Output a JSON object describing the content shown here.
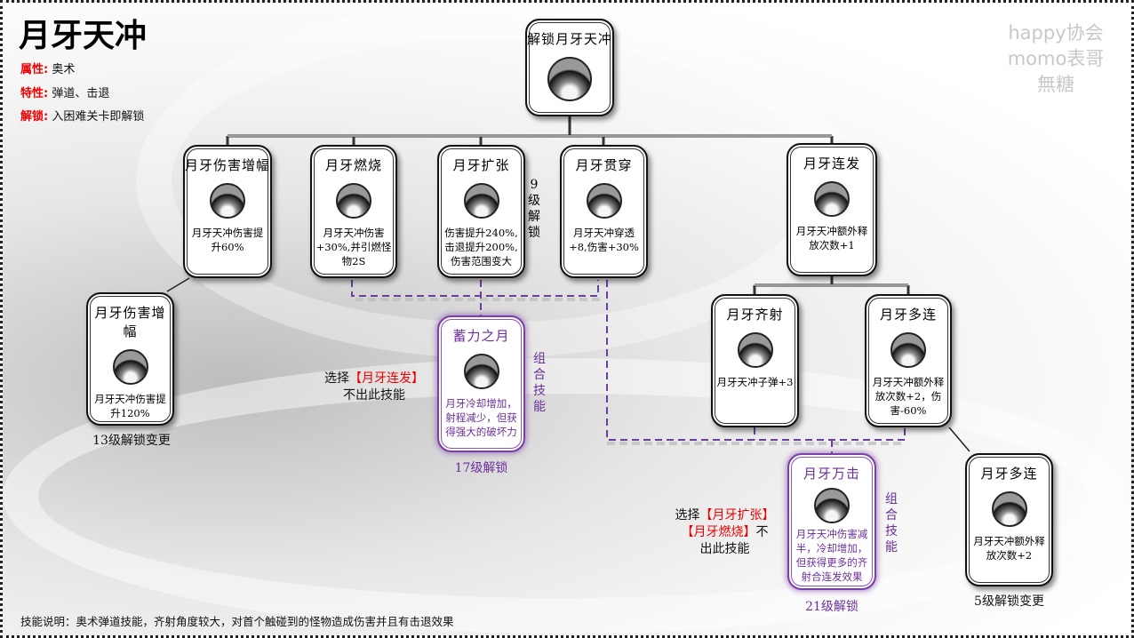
{
  "title": "月牙天冲",
  "attributes": [
    {
      "label": "属性:",
      "value": "奥术"
    },
    {
      "label": "特性:",
      "value": "弹道、击退"
    },
    {
      "label": "解锁:",
      "value": "入困难关卡即解锁"
    }
  ],
  "watermark": [
    "happy协会",
    "momo表哥",
    "無糖"
  ],
  "cards": {
    "root": {
      "title": "解锁月牙天冲",
      "desc": ""
    },
    "dmg1": {
      "title": "月牙伤害增幅",
      "desc": "月牙天冲伤害提升60%"
    },
    "burn": {
      "title": "月牙燃烧",
      "desc": "月牙天冲伤害+30%,并引燃怪物2S"
    },
    "expand": {
      "title": "月牙扩张",
      "desc": "伤害提升240%,击退提升200%,伤害范围变大"
    },
    "pierce": {
      "title": "月牙贯穿",
      "desc": "月牙天冲穿透+8,伤害+30%"
    },
    "multi": {
      "title": "月牙连发",
      "desc": "月牙天冲额外释放次数+1"
    },
    "dmg2": {
      "title": "月牙伤害增幅",
      "desc": "月牙天冲伤害提升120%"
    },
    "charge": {
      "title": "蓄力之月",
      "desc": "月牙冷却增加，射程减少，但获得强大的破坏力"
    },
    "scatter": {
      "title": "月牙齐射",
      "desc": "月牙天冲子弹+3"
    },
    "multi2": {
      "title": "月牙多连",
      "desc": "月牙天冲额外释放次数+2，伤害-60%"
    },
    "wanji": {
      "title": "月牙万击",
      "desc": "月牙天冲伤害减半，冷却增加，但获得更多的齐射合连发效果"
    },
    "multi3": {
      "title": "月牙多连",
      "desc": "月牙天冲额外释放次数+2"
    }
  },
  "labels": {
    "lv9": "9级解锁",
    "lv13": "13级解锁变更",
    "lv17": "17级解锁",
    "lv21": "21级解锁",
    "lv5": "5级解锁变更",
    "combo1": "组合技能",
    "combo2": "组合技能",
    "excl1_pre": "选择",
    "excl1_red": "【月牙连发】",
    "excl1_post": "不出此技能",
    "excl2_pre": "选择",
    "excl2_red1": "【月牙扩张】",
    "excl2_red2": "【月牙燃烧】",
    "excl2_post1": "不",
    "excl2_post2": "出此技能"
  },
  "note": "技能说明：奥术弹道技能，齐射角度较大，对首个触碰到的怪物造成伤害并且有击退效果",
  "colors": {
    "accent_red": "#ee0000",
    "combo_purple": "#6b2f9a"
  }
}
